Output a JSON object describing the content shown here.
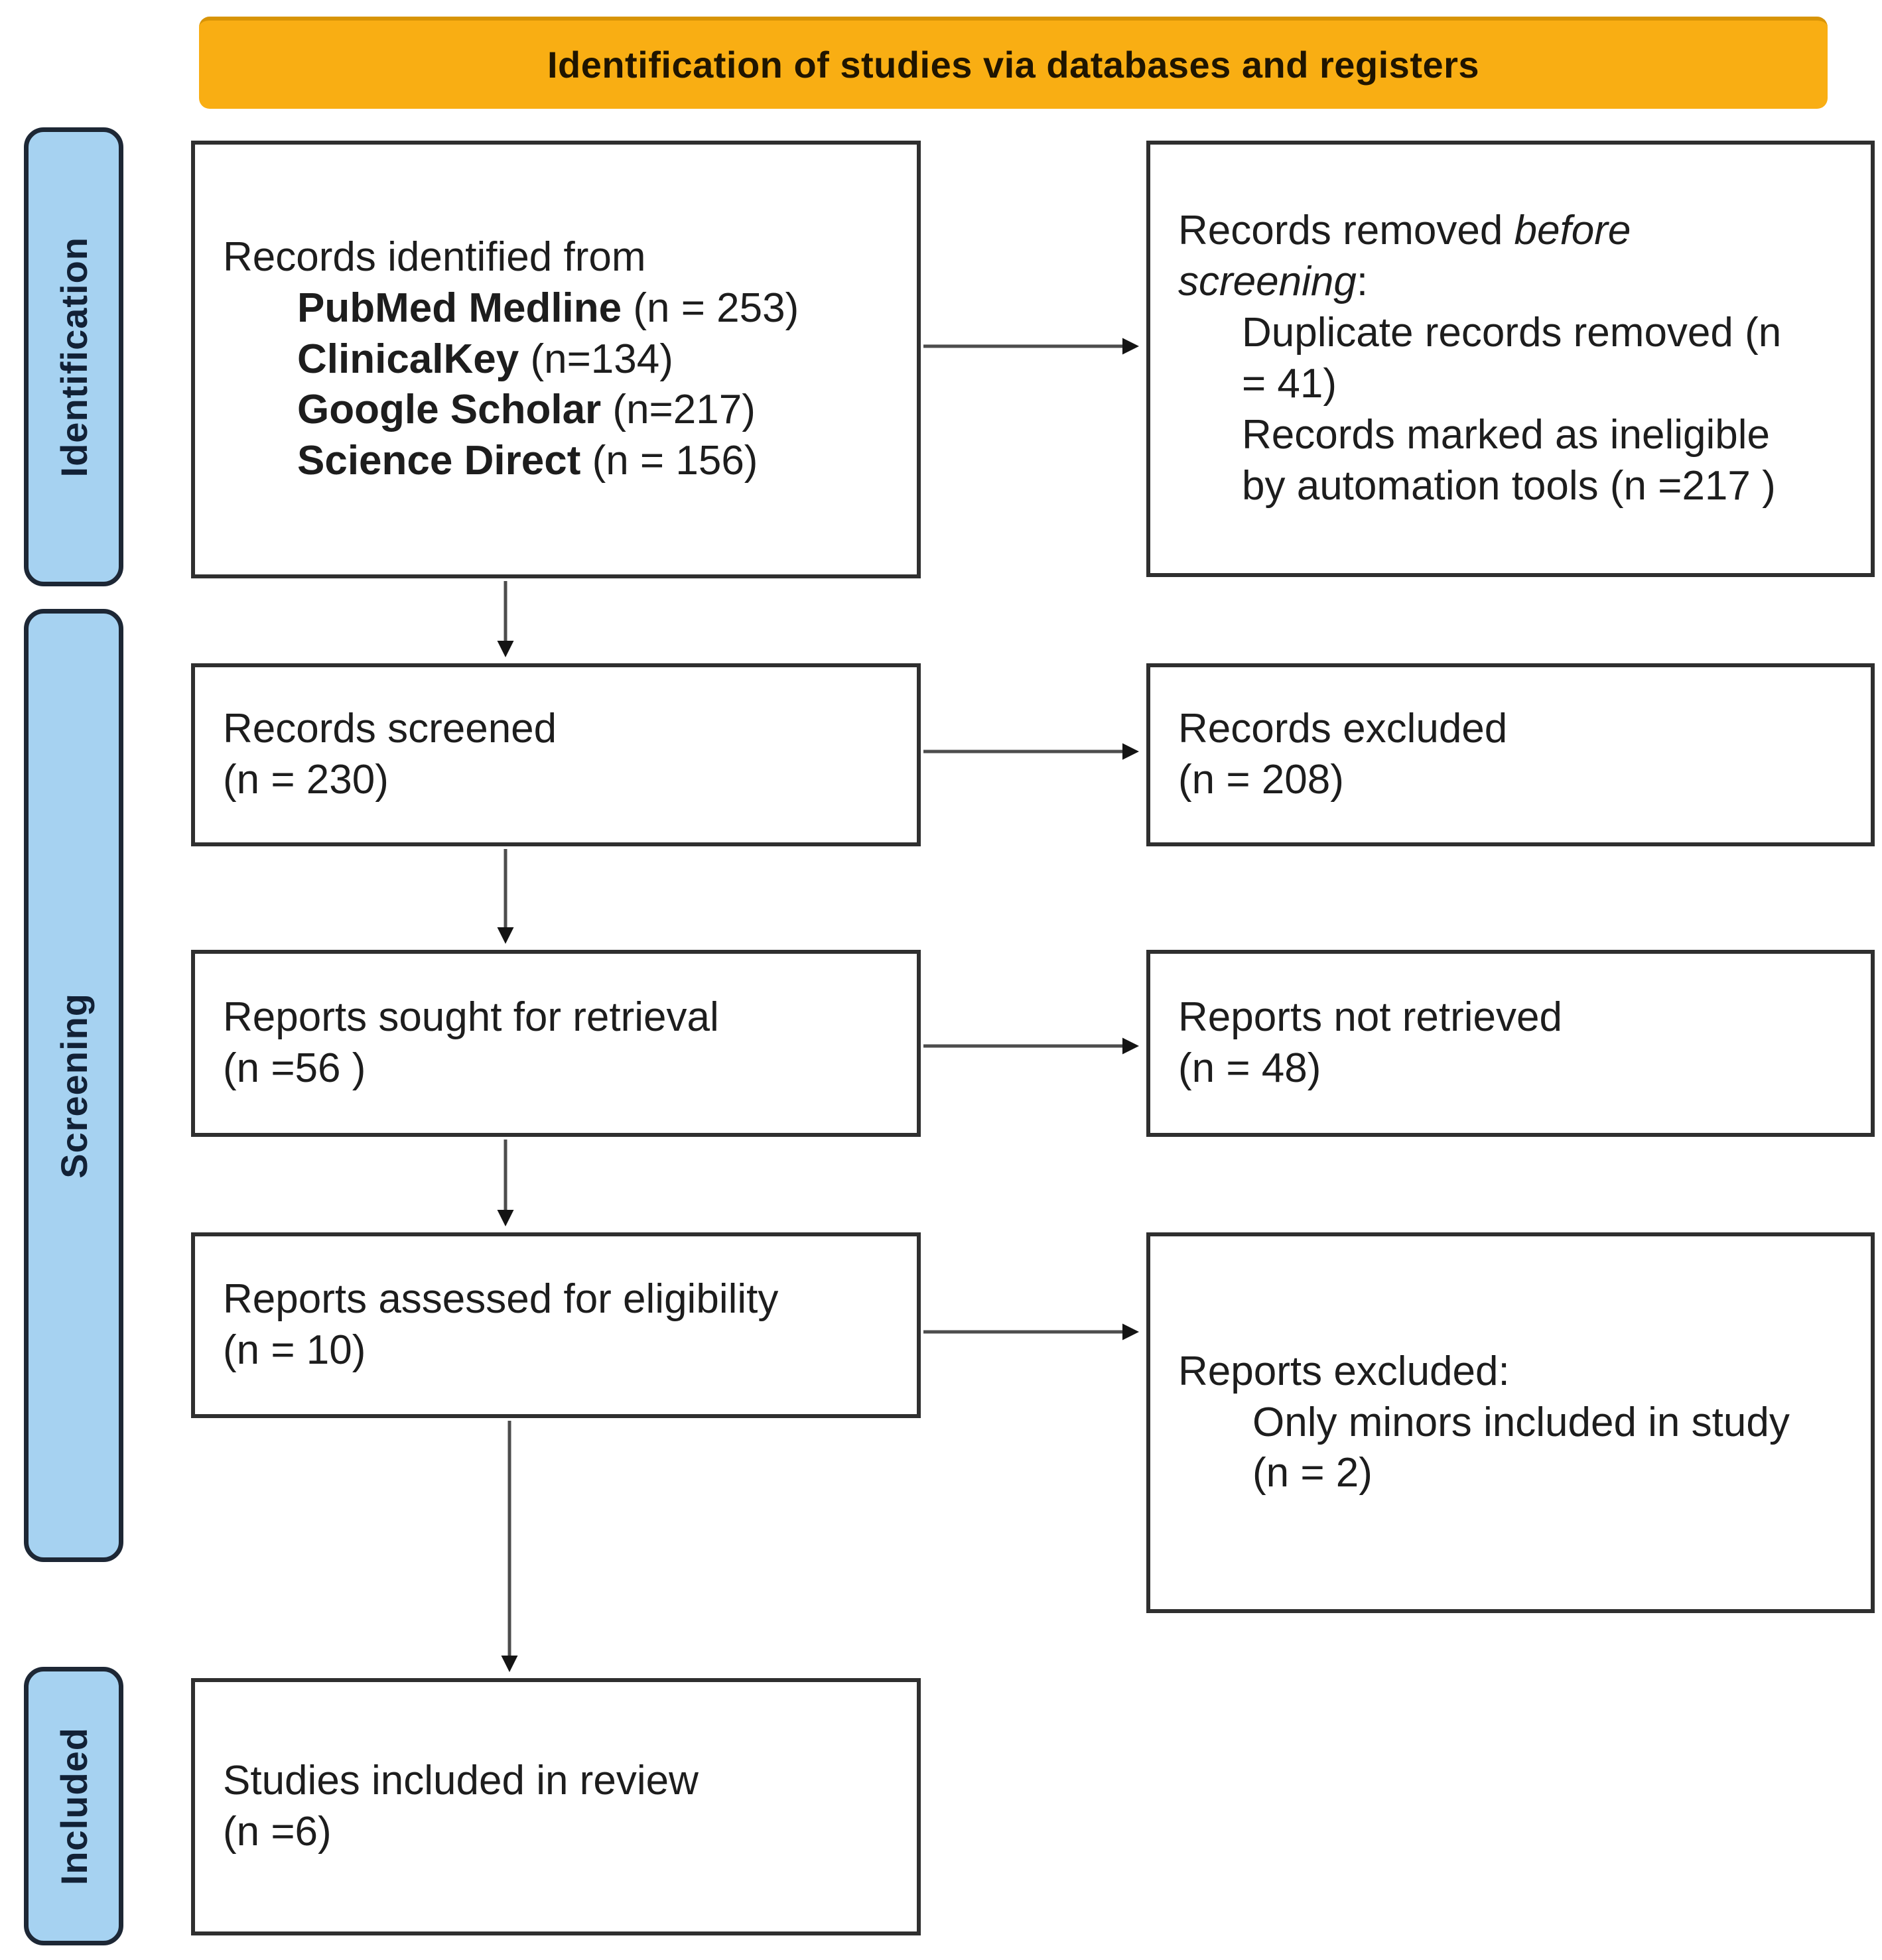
{
  "banner": {
    "title": "Identification of studies via databases and registers"
  },
  "sidebar": {
    "items": [
      {
        "label": "Identification"
      },
      {
        "label": "Screening"
      },
      {
        "label": "Included"
      }
    ]
  },
  "colors": {
    "banner_fill": "#F9AE13",
    "sidebar_fill": "#A6D2F1",
    "sidebar_border": "#1D2735",
    "box_border": "#2F2F2F",
    "arrow": "#4D4D4D",
    "text": "#1D1D1D"
  },
  "boxes": {
    "identified": {
      "intro": "Records identified from",
      "sources": [
        {
          "name": "PubMed Medline",
          "count": " (n = 253)"
        },
        {
          "name": "ClinicalKey",
          "count": " (n=134)"
        },
        {
          "name": "Google Scholar",
          "count": " (n=217)"
        },
        {
          "name": "Science Direct",
          "count": " (n = 156)"
        }
      ]
    },
    "removed": {
      "lead": "Records removed ",
      "lead_italic": "before",
      "lead2_italic": "screening",
      "lead2_tail": ":",
      "reason1_line1": "Duplicate records removed  (n",
      "reason1_line2": "= 41)",
      "reason2_line1": "Records marked as ineligible",
      "reason2_line2": "by automation tools (n =217 )"
    },
    "screened": {
      "line1": "Records screened",
      "line2": "(n = 230)"
    },
    "excluded": {
      "line1": "Records excluded",
      "line2": "(n = 208)"
    },
    "sought": {
      "line1": "Reports sought for retrieval",
      "line2": "(n =56 )"
    },
    "not_retrieved": {
      "line1": "Reports not retrieved",
      "line2": "(n = 48)"
    },
    "assessed": {
      "line1": "Reports assessed for eligibility",
      "line2": "(n = 10)"
    },
    "reports_excluded": {
      "line1": "Reports excluded:",
      "reason_line1": "Only minors included in study",
      "reason_line2": "(n = 2)"
    },
    "included_review": {
      "line1": "Studies included in review",
      "line2": "(n =6)"
    }
  }
}
